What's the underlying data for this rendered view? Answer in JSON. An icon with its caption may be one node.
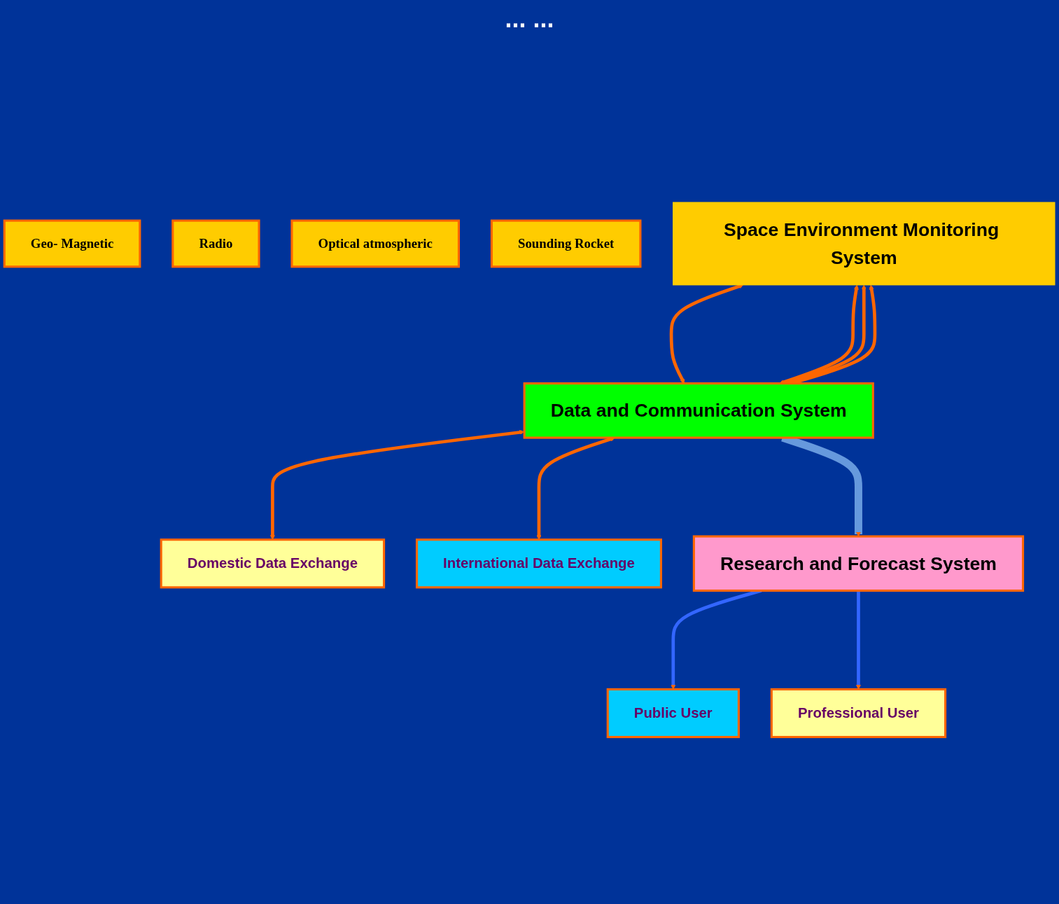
{
  "diagram": {
    "nodes": [
      {
        "text": [
          "Geo- Magnetic"
        ]
      },
      {
        "text": [
          "Radio"
        ]
      },
      {
        "text": [
          "Optical atmospheric"
        ]
      },
      {
        "text": [
          "Sounding Rocket"
        ]
      },
      {
        "text": [
          "Space Environment Monitoring System"
        ]
      },
      {
        "text": [
          "Data and Communication System"
        ]
      },
      {
        "text": [
          "Domestic Data Exchange"
        ]
      },
      {
        "text": [
          "International Data Exchange"
        ]
      },
      {
        "text": [
          "Research and Forecast System"
        ]
      },
      {
        "text": [
          "Public User"
        ]
      },
      {
        "text": [
          "Professional User"
        ]
      }
    ],
    "edges": [
      {
        "from": 4,
        "to": 5,
        "arrow": "both"
      },
      {
        "from": 4,
        "to": 5,
        "arrow": "both"
      },
      {
        "from": 4,
        "to": 5,
        "arrow": "both"
      },
      {
        "from": 4,
        "to": 5,
        "arrow": "both"
      },
      {
        "from": 5,
        "to": 6,
        "arrow": "both"
      },
      {
        "from": 5,
        "to": 7,
        "arrow": "both"
      },
      {
        "from": 5,
        "to": 8,
        "arrow": "to",
        "style": "thick",
        "color": "#6699dd"
      },
      {
        "from": 8,
        "to": 9,
        "arrow": "to",
        "color": "#3366ff"
      },
      {
        "from": 8,
        "to": 10,
        "arrow": "to",
        "color": "#3366ff"
      }
    ],
    "labels": [
      "... ..."
    ]
  }
}
